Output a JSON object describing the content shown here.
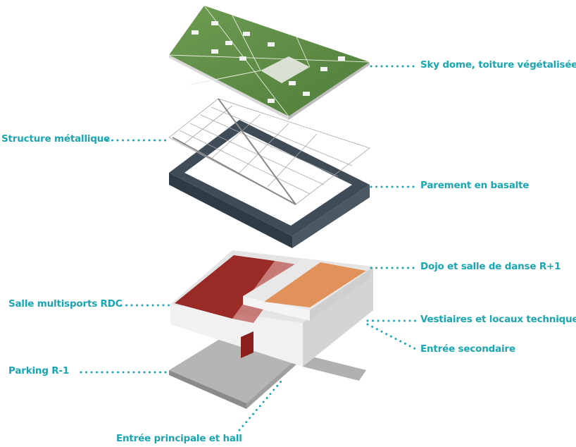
{
  "accent_color": "#1aa6b1",
  "labels": {
    "sky_dome": "Sky dome, toiture végétalisée",
    "structure": "Structure métallique",
    "parement": "Parement en basalte",
    "dojo": "Dojo et salle de danse R+1",
    "salle_multisports": "Salle multisports RDC",
    "vestiaires": "Vestiaires et locaux techniques",
    "entree_secondaire": "Entrée secondaire",
    "parking": "Parking R-1",
    "entree_principale": "Entrée principale et hall"
  },
  "layer_colors": {
    "roof": "#5f8f45",
    "basalt": "#3f4c58",
    "multisports": "#9a2a26",
    "dojo": "#e0925a",
    "concrete": "#c9c9c9"
  }
}
